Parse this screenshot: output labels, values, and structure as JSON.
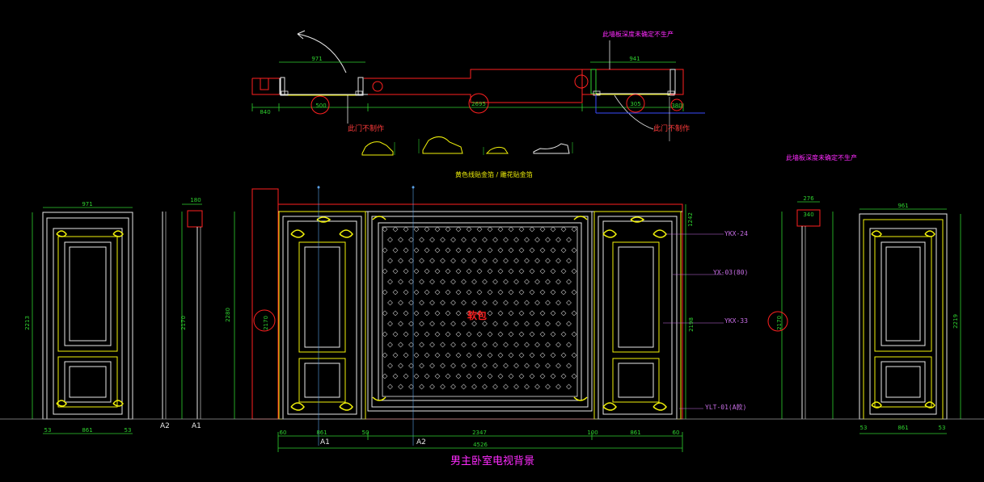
{
  "title": "男主卧室电视背景",
  "notes": {
    "door_not_made": "此门不制作",
    "door_not_made_2": "此门不制作",
    "gold_foil": "黄色线贴金箔 / 雕花贴金箔",
    "wall_note_top": "此墙板深度未确定不生产",
    "wall_note_right": "此墙板深度未确定不生产",
    "center_label": "软包"
  },
  "tags": {
    "t1": "YKX-24",
    "t2": "YX-03(80)",
    "t3": "YKX-33",
    "t4": "YLT-01(A款)"
  },
  "section_marks": {
    "a2_left": "A2",
    "a1_left": "A1",
    "a1_bottom": "A1",
    "a2_bottom": "A2"
  },
  "dimensions": {
    "plan_971": "971",
    "plan_941": "941",
    "plan_840": "840",
    "plan_500": "500",
    "plan_2695": "2695",
    "plan_305": "305",
    "plan_380": "380",
    "left_door_width": "971",
    "left_door_height": "2213",
    "left_door_bottom_a": "53",
    "left_door_bottom_b": "861",
    "left_door_bottom_c": "53",
    "side_top_180": "180",
    "side_height": "2170",
    "side_height_2": "2280",
    "wall_height": "2170",
    "right_side_height": "2198",
    "right_top": "1242",
    "right_section_height": "2170",
    "right_section_top_a": "276",
    "right_section_top_b": "340",
    "right_door_width": "961",
    "right_door_height": "2219",
    "right_door_bottom_a": "53",
    "right_door_bottom_b": "861",
    "right_door_bottom_c": "53",
    "bottom_60": "60",
    "bottom_861": "861",
    "bottom_50": "50",
    "bottom_2347": "2347",
    "bottom_100": "100",
    "bottom_861b": "861",
    "bottom_60b": "60",
    "total_width": "4526"
  },
  "colors": {
    "background": "#000000",
    "dimension": "#2fd12f",
    "outline": "#e8e8e8",
    "gold": "#f2f20a",
    "red": "#ff2020",
    "magenta": "#ff2bff",
    "blue": "#3a4cff"
  }
}
